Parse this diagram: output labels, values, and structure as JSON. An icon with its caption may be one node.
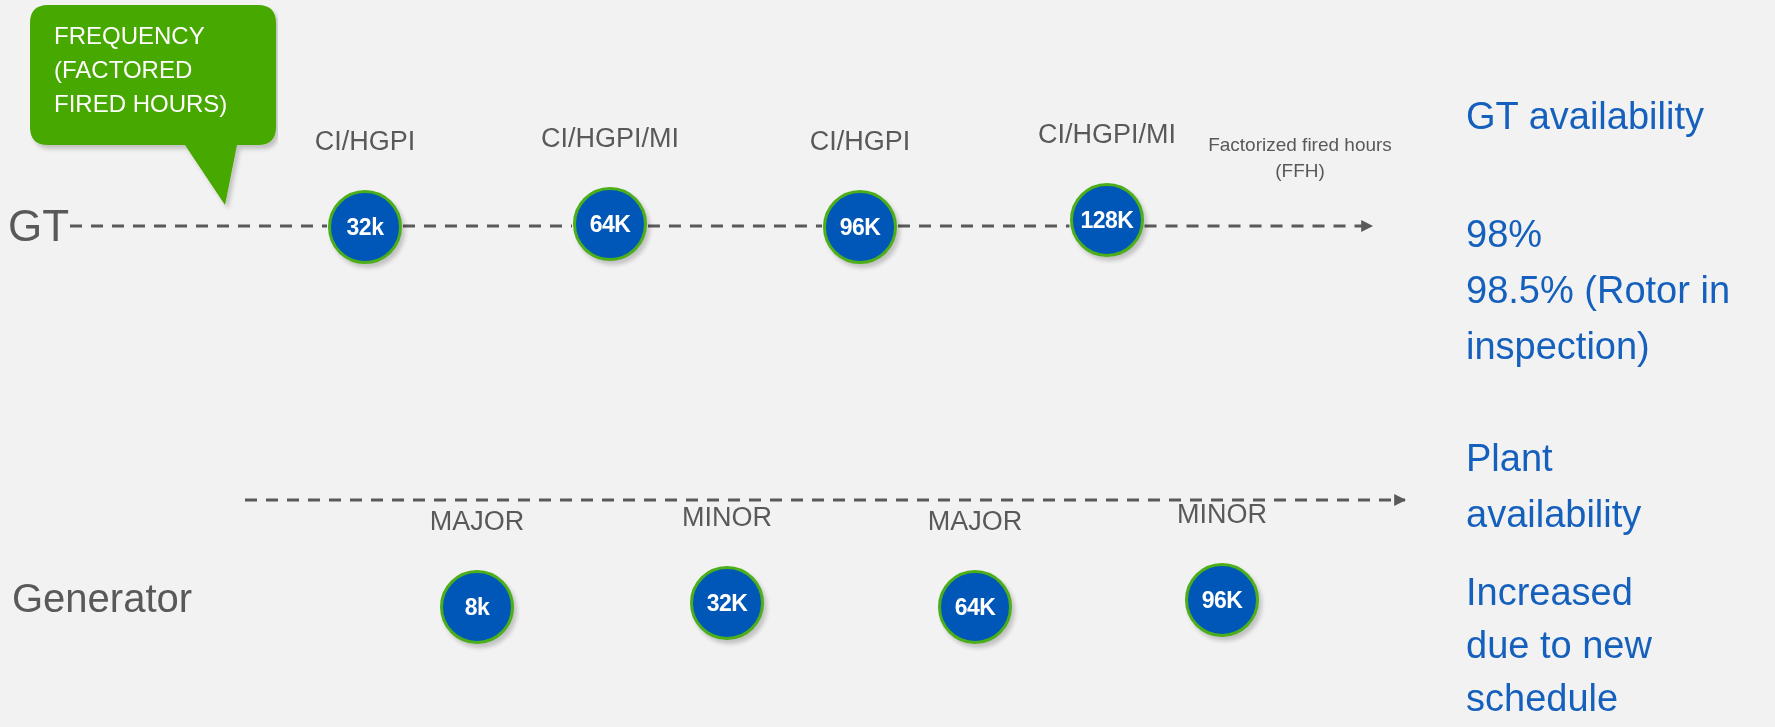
{
  "diagram": {
    "nodes": [
      {
        "text": [
          "FREQUENCY (FACTORED FIRED HOURS)"
        ]
      },
      {
        "text": [
          "GT"
        ]
      },
      {
        "text": [
          "32k"
        ],
        "beside": [
          "CI/HGPI"
        ]
      },
      {
        "text": [
          "64K"
        ],
        "beside": [
          "CI/HGPI/MI"
        ]
      },
      {
        "text": [
          "96K"
        ],
        "beside": [
          "CI/HGPI"
        ]
      },
      {
        "text": [
          "128K"
        ],
        "beside": [
          "CI/HGPI/MI"
        ]
      },
      {
        "text": [
          "8k"
        ],
        "beside": [
          "MAJOR"
        ]
      },
      {
        "text": [
          "32K"
        ],
        "beside": [
          "MINOR"
        ]
      },
      {
        "text": [
          "64K"
        ],
        "beside": [
          "MAJOR"
        ]
      },
      {
        "text": [
          "96K"
        ],
        "beside": [
          "MINOR"
        ]
      }
    ],
    "edges": [
      {
        "from": 1,
        "to": 2,
        "arrow": "none",
        "style": "dashed"
      },
      {
        "from": 2,
        "to": 3,
        "arrow": "none",
        "style": "dashed"
      },
      {
        "from": 3,
        "to": 4,
        "arrow": "none",
        "style": "dashed"
      },
      {
        "from": 4,
        "to": 5,
        "arrow": "none",
        "style": "dashed"
      },
      {
        "from": 5,
        "to": null,
        "arrow": "to",
        "style": "dashed"
      }
    ],
    "labels": [
      "Factorized fired hours (FFH)",
      "GT availability",
      "98%",
      "98.5% (Rotor in inspection)",
      "Generator",
      "Plant availability",
      "Increased due to new schedule"
    ]
  }
}
